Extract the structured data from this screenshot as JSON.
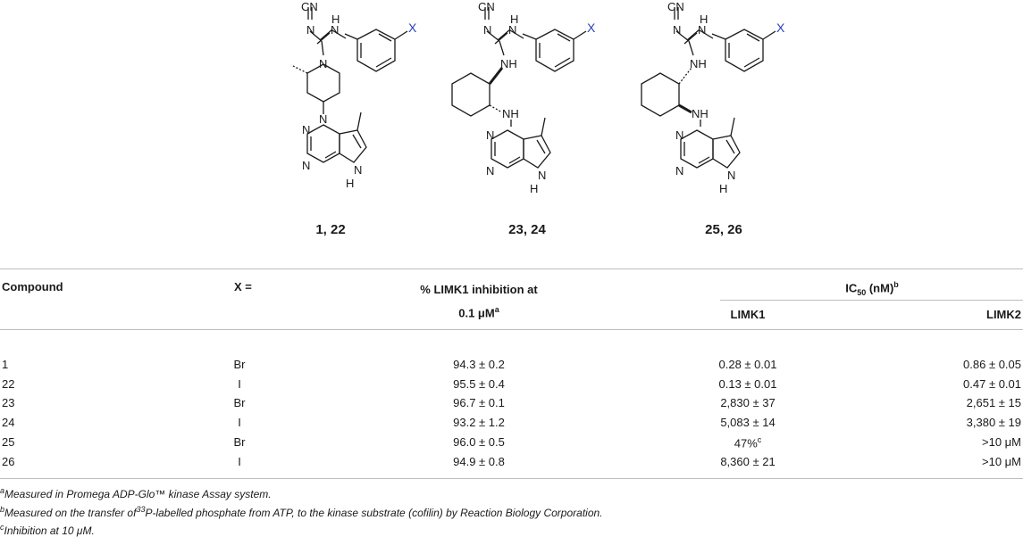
{
  "structures": {
    "atoms": {
      "cn": "CN",
      "n": "N",
      "nh": "NH",
      "h": "H",
      "x": "X"
    },
    "labels": [
      "1, 22",
      "23, 24",
      "25, 26"
    ]
  },
  "table": {
    "headers": {
      "compound": "Compound",
      "x": "X =",
      "inhibition_line1": "% LIMK1 inhibition at",
      "inhibition_line2": "0.1 μM",
      "inhibition_sup": "a",
      "ic50_main": "IC",
      "ic50_sub": "50",
      "ic50_unit": " (nM)",
      "ic50_sup": "b",
      "limk1": "LIMK1",
      "limk2": "LIMK2"
    },
    "rows": [
      {
        "compound": "1",
        "x": "Br",
        "inhibition": "94.3 ± 0.2",
        "limk1": "0.28 ± 0.01",
        "limk1_sup": "",
        "limk2": "0.86 ± 0.05"
      },
      {
        "compound": "22",
        "x": "I",
        "inhibition": "95.5 ± 0.4",
        "limk1": "0.13 ± 0.01",
        "limk1_sup": "",
        "limk2": "0.47 ± 0.01"
      },
      {
        "compound": "23",
        "x": "Br",
        "inhibition": "96.7 ± 0.1",
        "limk1": "2,830 ± 37",
        "limk1_sup": "",
        "limk2": "2,651 ± 15"
      },
      {
        "compound": "24",
        "x": "I",
        "inhibition": "93.2 ± 1.2",
        "limk1": "5,083 ± 14",
        "limk1_sup": "",
        "limk2": "3,380 ± 19"
      },
      {
        "compound": "25",
        "x": "Br",
        "inhibition": "96.0 ± 0.5",
        "limk1": "47%",
        "limk1_sup": "c",
        "limk2": ">10 μM"
      },
      {
        "compound": "26",
        "x": "I",
        "inhibition": "94.9 ± 0.8",
        "limk1": "8,360 ± 21",
        "limk1_sup": "",
        "limk2": ">10 μM"
      }
    ]
  },
  "footnotes": [
    {
      "mark": "a",
      "text": "Measured in Promega ADP-Glo™ kinase Assay system."
    },
    {
      "mark": "b",
      "pre": "Measured on the transfer of",
      "iso": "33",
      "post": "P-labelled phosphate from ATP, to the kinase substrate (cofilin) by Reaction Biology Corporation."
    },
    {
      "mark": "c",
      "text": "Inhibition at 10 μM."
    }
  ]
}
